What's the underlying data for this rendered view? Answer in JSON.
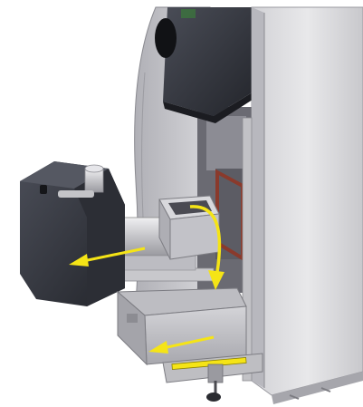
{
  "colors": {
    "background": "#ffffff",
    "arrow": "#f5e416",
    "arrow_outline": "#b8a800",
    "cabinet_light": "#e4e4e6",
    "cabinet_mid": "#c6c6ca",
    "cabinet_dark": "#9a9aa0",
    "housing_dark": "#2a2c33",
    "housing_mid": "#3e414a",
    "metal_light": "#d8d8dc",
    "metal_mid": "#b4b4ba",
    "gasket_red": "#8a3a2c"
  },
  "arrows": [
    {
      "id": "burner-removal",
      "direction": "left"
    },
    {
      "id": "ash-flow",
      "direction": "curved-down"
    },
    {
      "id": "ashpan-removal",
      "direction": "left"
    }
  ]
}
